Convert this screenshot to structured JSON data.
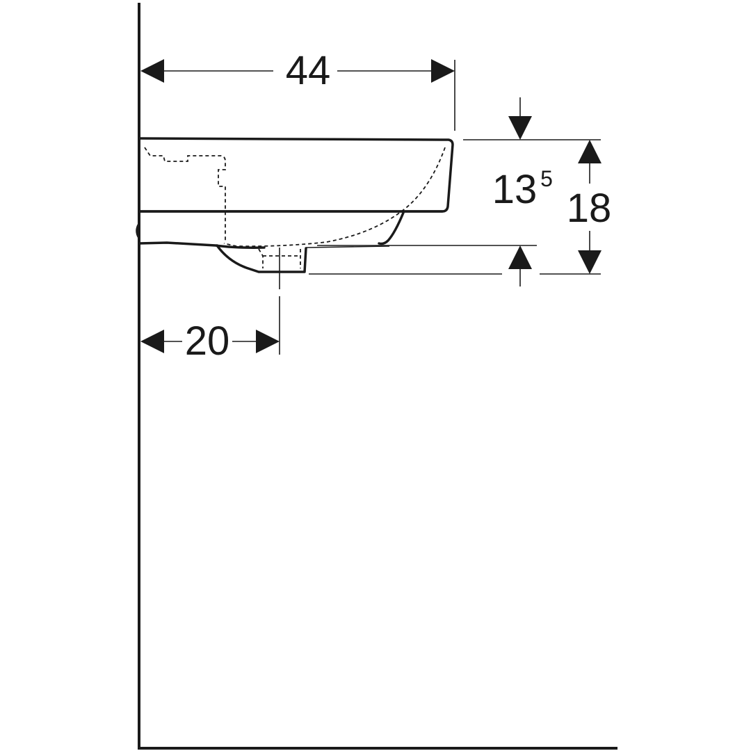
{
  "dimensions": {
    "width": "44",
    "inlet": "20",
    "bowl_depth_main": "13",
    "bowl_depth_sup": "5",
    "total_height": "18"
  },
  "colors": {
    "ink": "#1a1a1a",
    "background": "#ffffff"
  }
}
